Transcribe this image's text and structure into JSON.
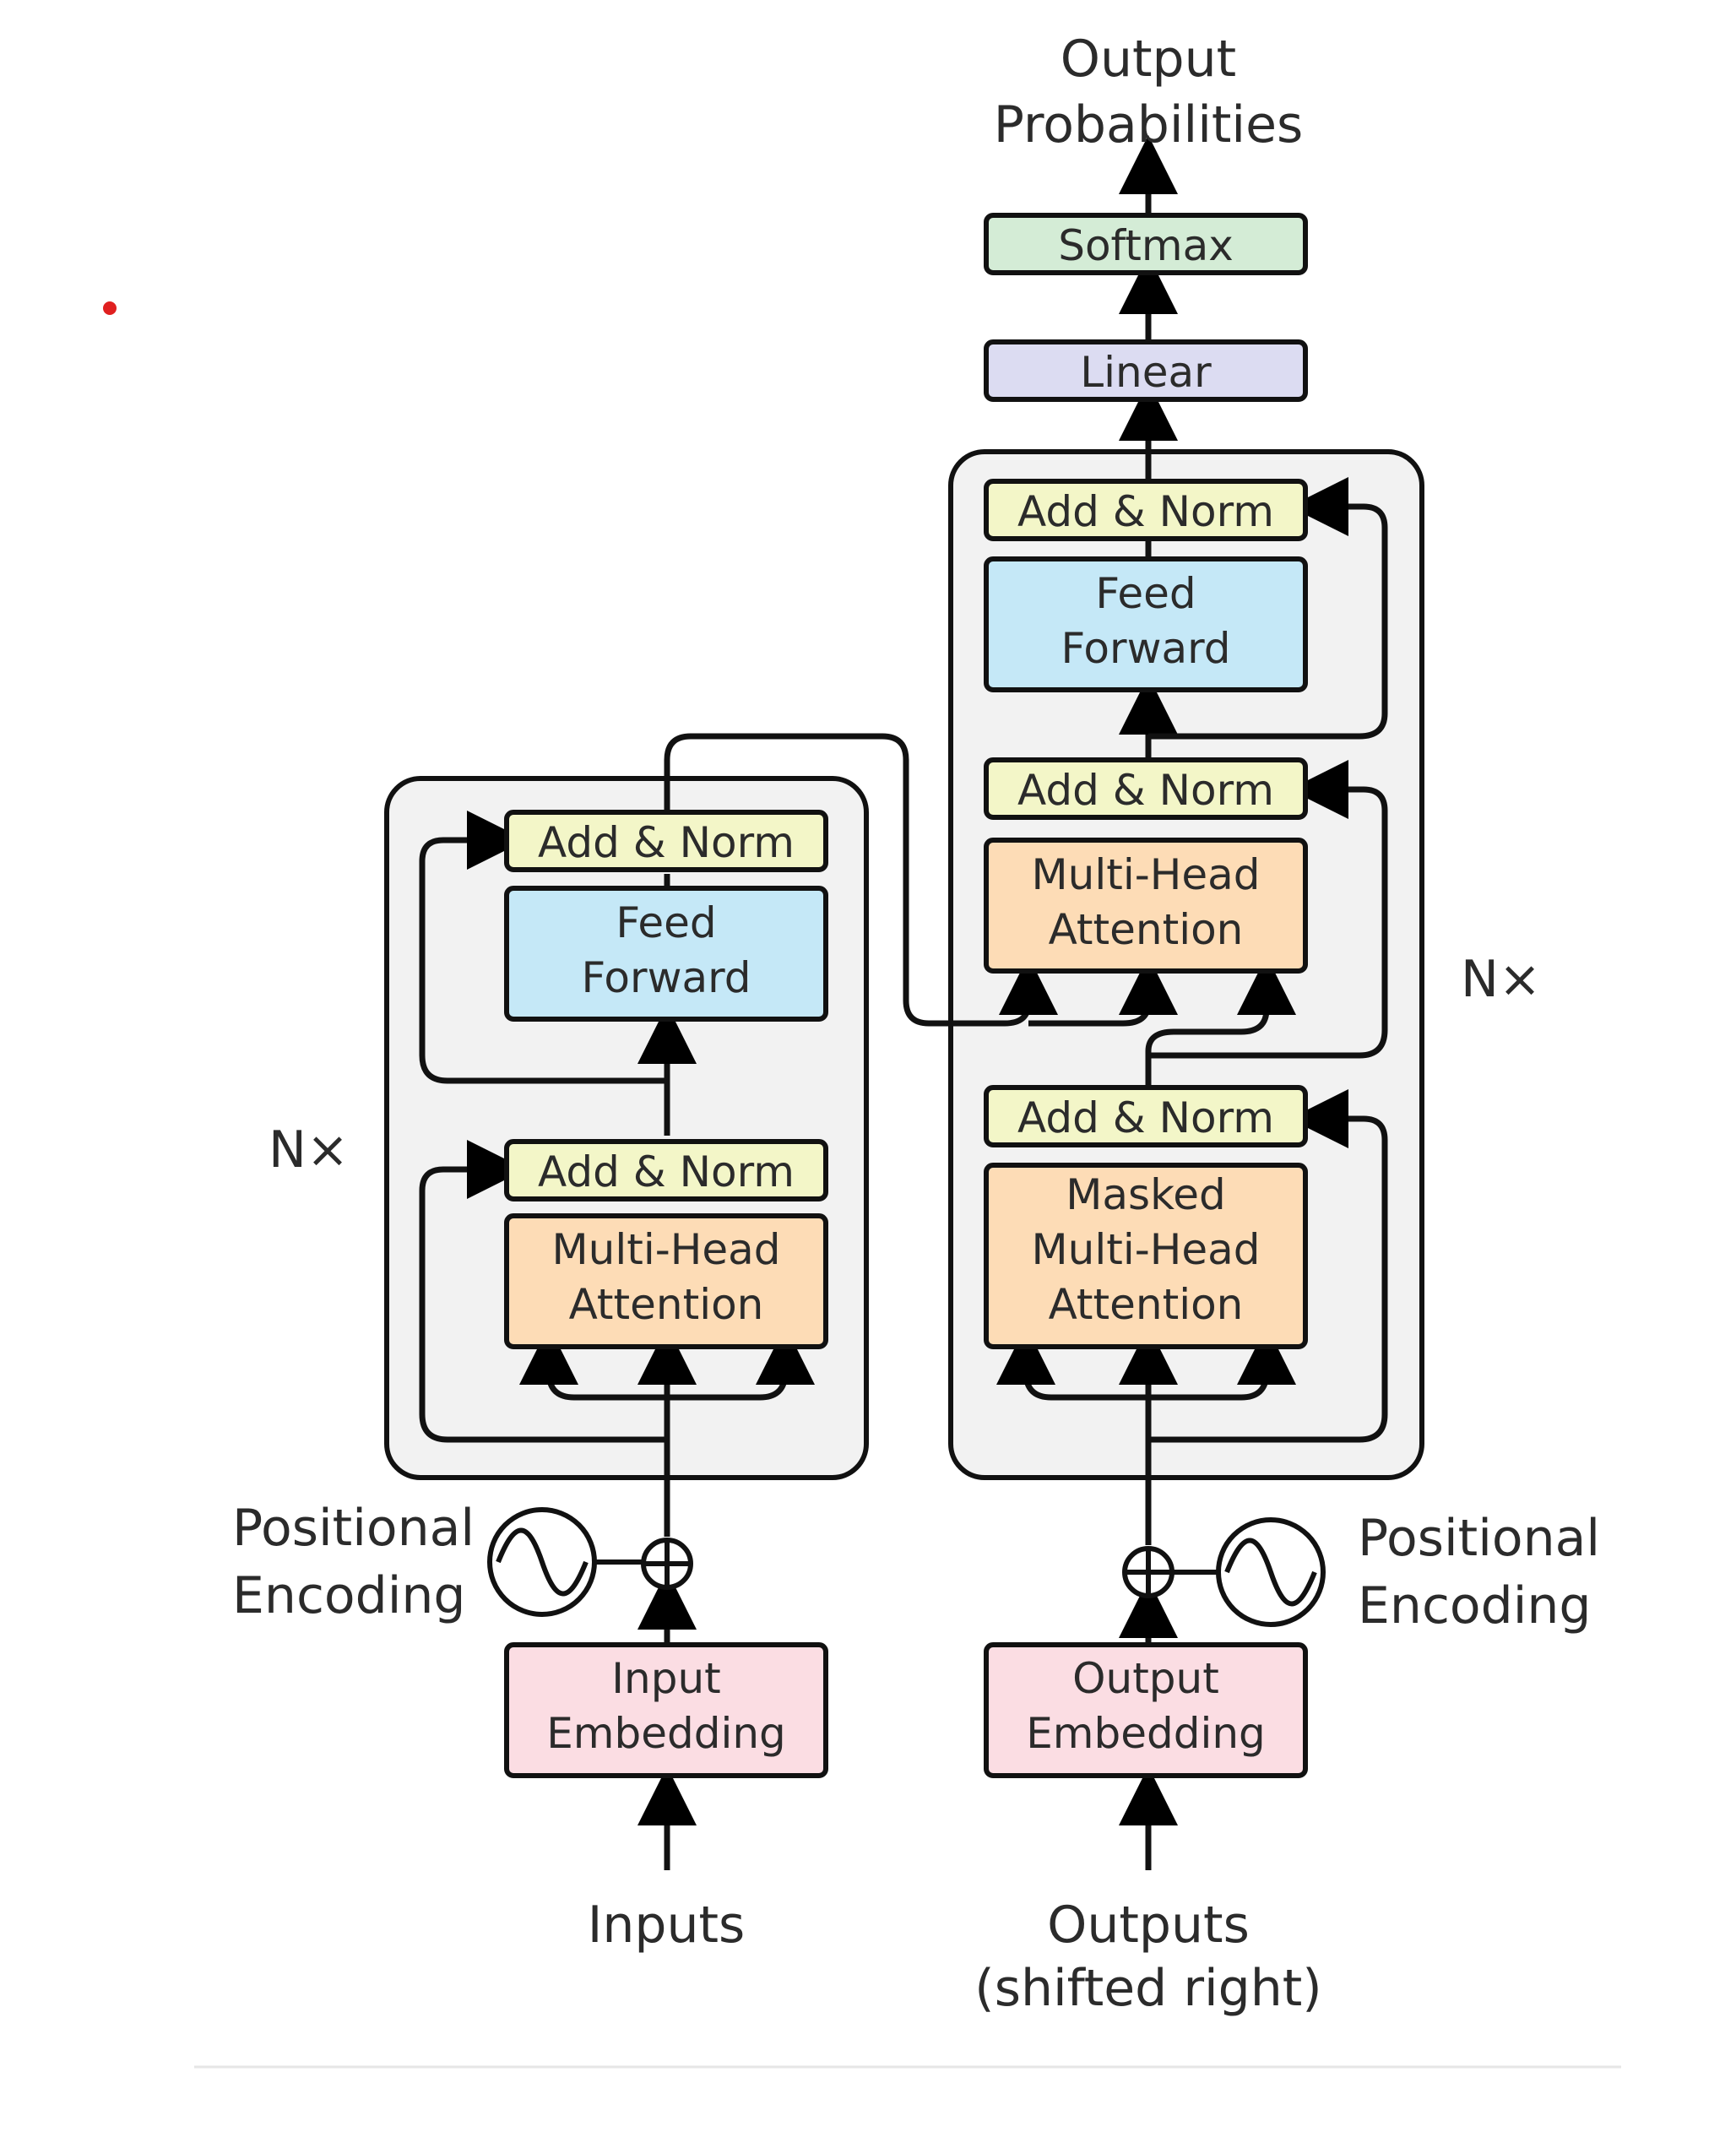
{
  "output_probabilities": [
    "Output",
    "Probabilities"
  ],
  "softmax": "Softmax",
  "linear": "Linear",
  "add_norm": "Add & Norm",
  "feed_forward": [
    "Feed",
    "Forward"
  ],
  "multi_head_attention": [
    "Multi-Head",
    "Attention"
  ],
  "masked_multi_head_attention": [
    "Masked",
    "Multi-Head",
    "Attention"
  ],
  "nx": "N×",
  "positional_encoding": [
    "Positional",
    "Encoding"
  ],
  "input_embedding": [
    "Input",
    "Embedding"
  ],
  "output_embedding": [
    "Output",
    "Embedding"
  ],
  "inputs": "Inputs",
  "outputs": [
    "Outputs",
    "(shifted right)"
  ],
  "colors": {
    "add_norm": "#f3f6c8",
    "feed_forward": "#c5e8f7",
    "attention": "#fddcb6",
    "embedding": "#fbdde3",
    "softmax": "#d4ecd6",
    "linear": "#dcdcf2",
    "stack_bg": "#f2f2f2",
    "marker": "#e02020"
  }
}
